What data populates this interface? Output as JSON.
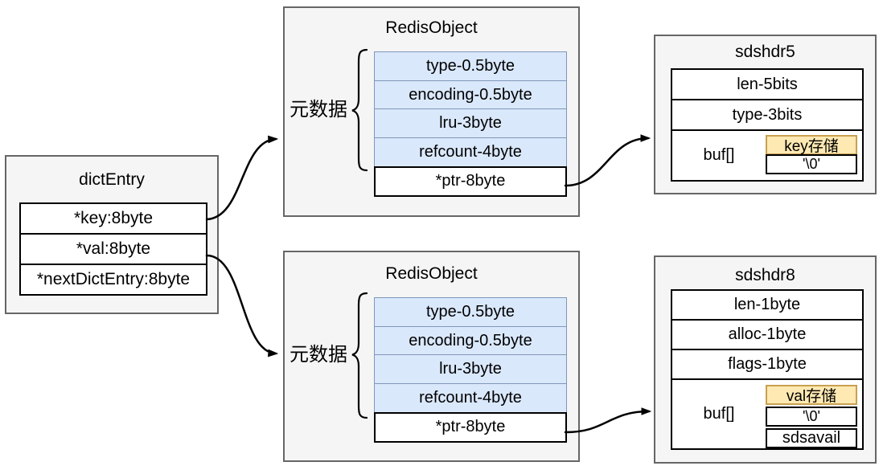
{
  "colors": {
    "box_bg": "#f5f5f5",
    "box_border": "#666666",
    "row_bg": "#ffffff",
    "row_border": "#000000",
    "blue_bg": "#dae8fc",
    "blue_border": "#7e97b8",
    "yellow_bg": "#ffe9b3",
    "yellow_border": "#c8a050",
    "arrow_color": "#000000"
  },
  "dict_entry": {
    "title": "dictEntry",
    "rows": [
      "*key:8byte",
      "*val:8byte",
      "*nextDictEntry:8byte"
    ]
  },
  "redis_object_top": {
    "title": "RedisObject",
    "meta_label": "元数据",
    "rows": [
      "type-0.5byte",
      "encoding-0.5byte",
      "lru-3byte",
      "refcount-4byte"
    ],
    "ptr": "*ptr-8byte"
  },
  "redis_object_bottom": {
    "title": "RedisObject",
    "meta_label": "元数据",
    "rows": [
      "type-0.5byte",
      "encoding-0.5byte",
      "lru-3byte",
      "refcount-4byte"
    ],
    "ptr": "*ptr-8byte"
  },
  "sdshdr5": {
    "title": "sdshdr5",
    "rows": [
      "len-5bits",
      "type-3bits"
    ],
    "buf_label": "buf[]",
    "stored_label": "key存储",
    "terminator": "'\\0'"
  },
  "sdshdr8": {
    "title": "sdshdr8",
    "rows": [
      "len-1byte",
      "alloc-1byte",
      "flags-1byte"
    ],
    "buf_label": "buf[]",
    "stored_label": "val存储",
    "terminator": "'\\0'",
    "avail_label": "sdsavail"
  }
}
